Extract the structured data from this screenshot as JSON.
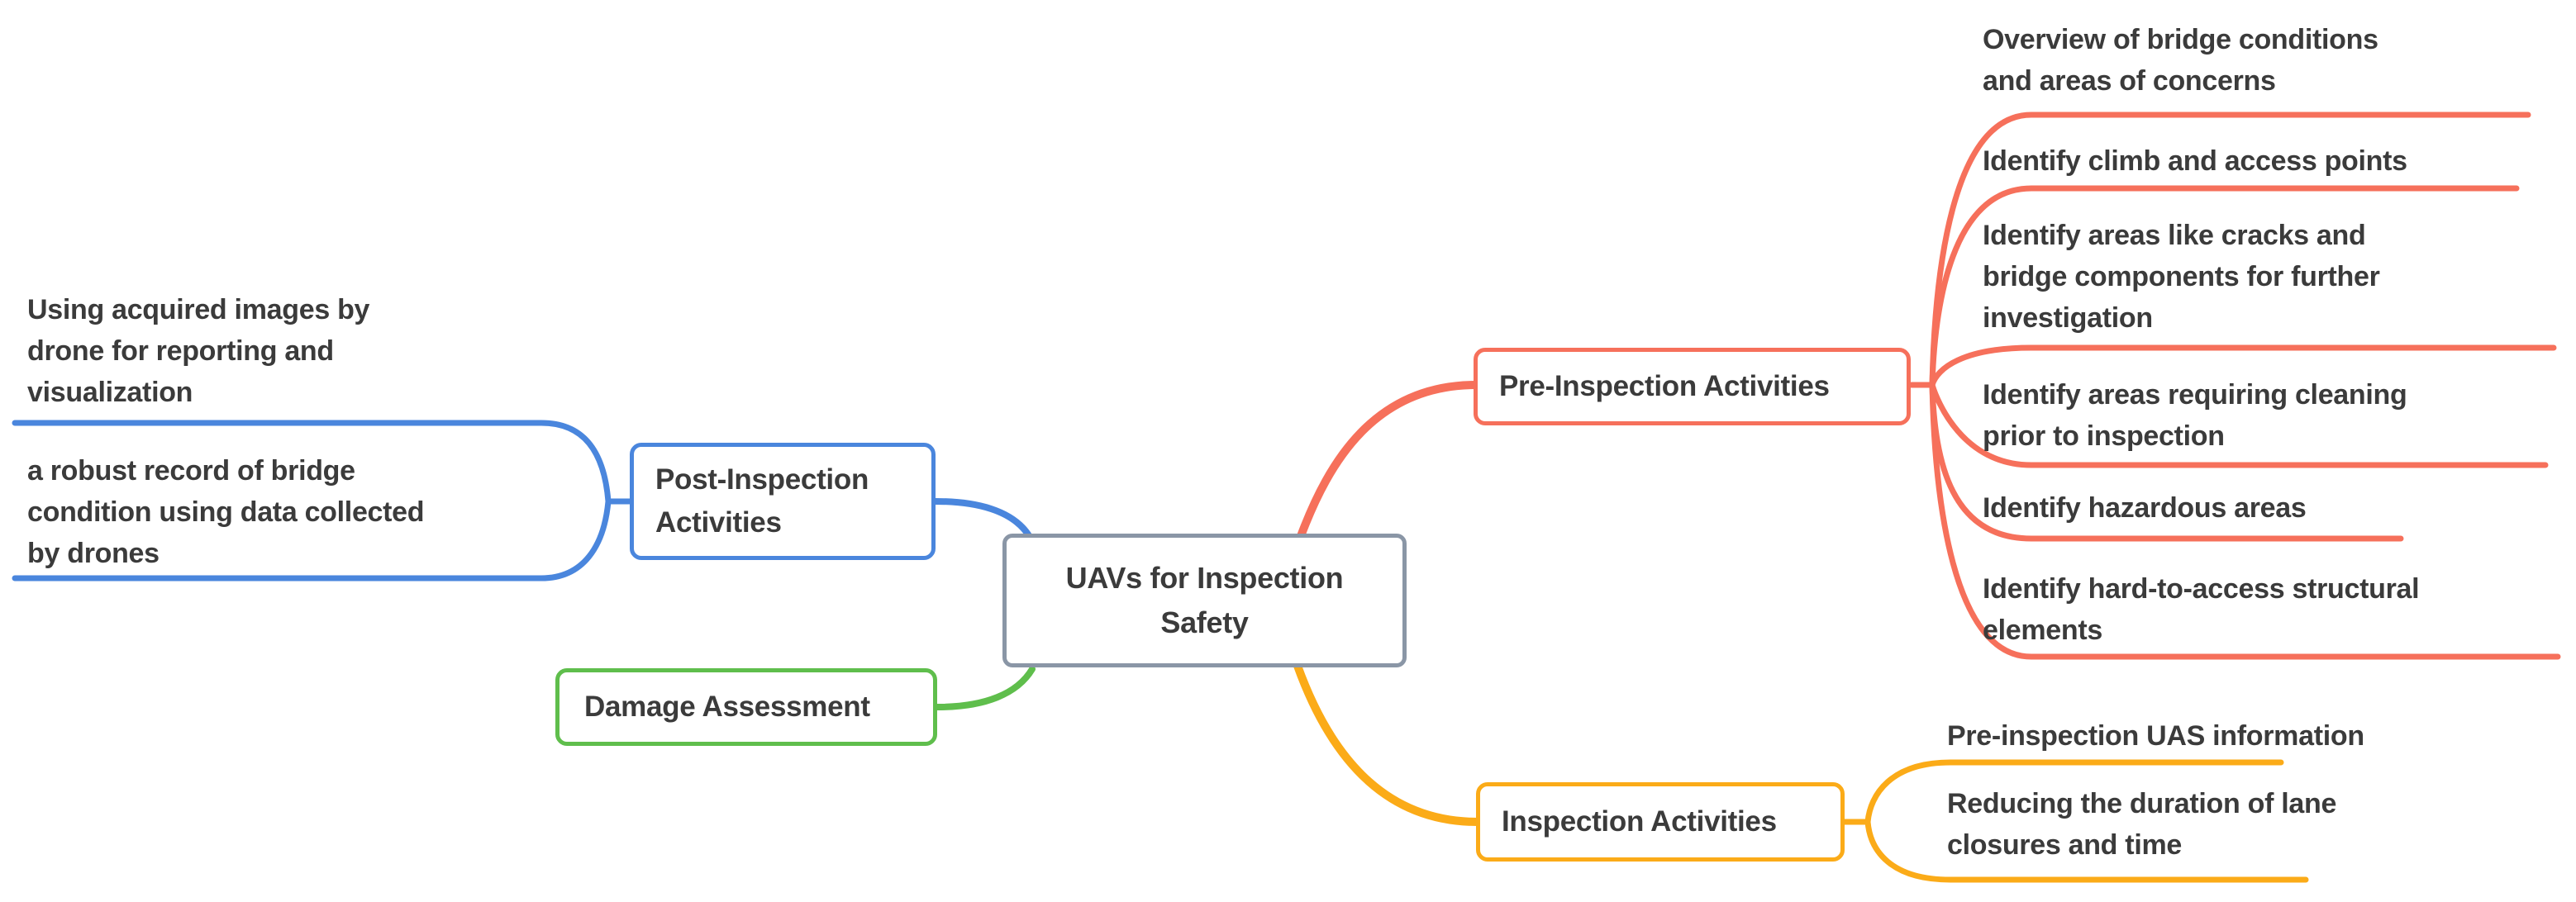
{
  "colors": {
    "background": "#ffffff",
    "text": "#3b3b3b",
    "gray": "#8a96a6",
    "blue": "#4a86dd",
    "green": "#5fbe4c",
    "red": "#f6705b",
    "yellow": "#fbab18"
  },
  "root": {
    "label": "UAVs for Inspection\nSafety"
  },
  "branches": [
    {
      "label": "Post-Inspection\nActivities",
      "color_name": "blue",
      "children": [
        {
          "label": "Using acquired images by\ndrone for reporting and\nvisualization"
        },
        {
          "label": "a robust record of bridge\ncondition using data collected\nby drones"
        }
      ]
    },
    {
      "label": "Damage Assessment",
      "color_name": "green",
      "children": []
    },
    {
      "label": "Pre-Inspection Activities",
      "color_name": "red",
      "children": [
        {
          "label": "Overview of bridge conditions\nand areas of concerns"
        },
        {
          "label": "Identify climb and access points"
        },
        {
          "label": "Identify areas like cracks and\nbridge components for further\ninvestigation"
        },
        {
          "label": "Identify areas requiring cleaning\nprior to inspection"
        },
        {
          "label": "Identify hazardous areas"
        },
        {
          "label": "Identify hard-to-access structural\nelements"
        }
      ]
    },
    {
      "label": "Inspection Activities",
      "color_name": "yellow",
      "children": [
        {
          "label": "Pre-inspection UAS information"
        },
        {
          "label": "Reducing the duration of lane\nclosures and time"
        }
      ]
    }
  ]
}
